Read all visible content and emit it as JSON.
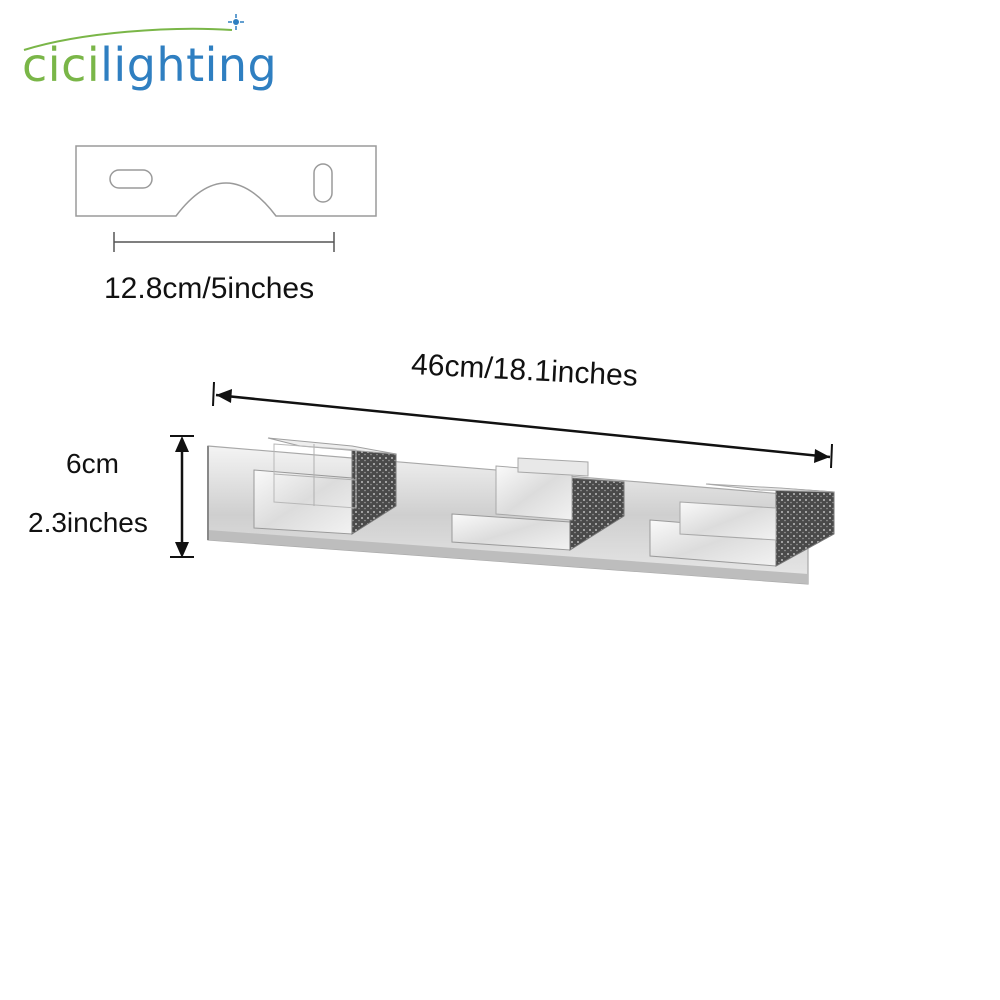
{
  "logo": {
    "part_a": "cici",
    "part_b": "lighting"
  },
  "mounting_plate": {
    "dimension_label": "12.8cm/5inches"
  },
  "fixture": {
    "width_label": "46cm/18.1inches",
    "height_cm_label": "6cm",
    "height_in_label": "2.3inches"
  },
  "colors": {
    "logo_green": "#7ab648",
    "logo_blue": "#2f7fc1",
    "line": "#222222",
    "steel": "#d9d9d9"
  },
  "icons": {
    "logo": "cicilighting-logo",
    "plate": "mounting-plate-icon",
    "fixture": "wall-light-fixture-icon"
  }
}
